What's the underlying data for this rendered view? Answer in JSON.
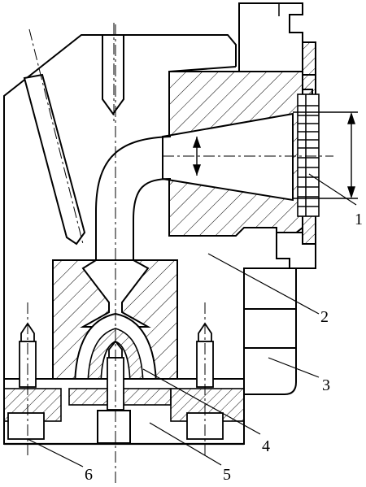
{
  "figure": {
    "callouts": [
      {
        "id": "1",
        "text": "1"
      },
      {
        "id": "2",
        "text": "2"
      },
      {
        "id": "3",
        "text": "3"
      },
      {
        "id": "4",
        "text": "4"
      },
      {
        "id": "5",
        "text": "5"
      },
      {
        "id": "6",
        "text": "6"
      }
    ],
    "colors": {
      "ink": "#000000",
      "paper": "#ffffff"
    }
  }
}
